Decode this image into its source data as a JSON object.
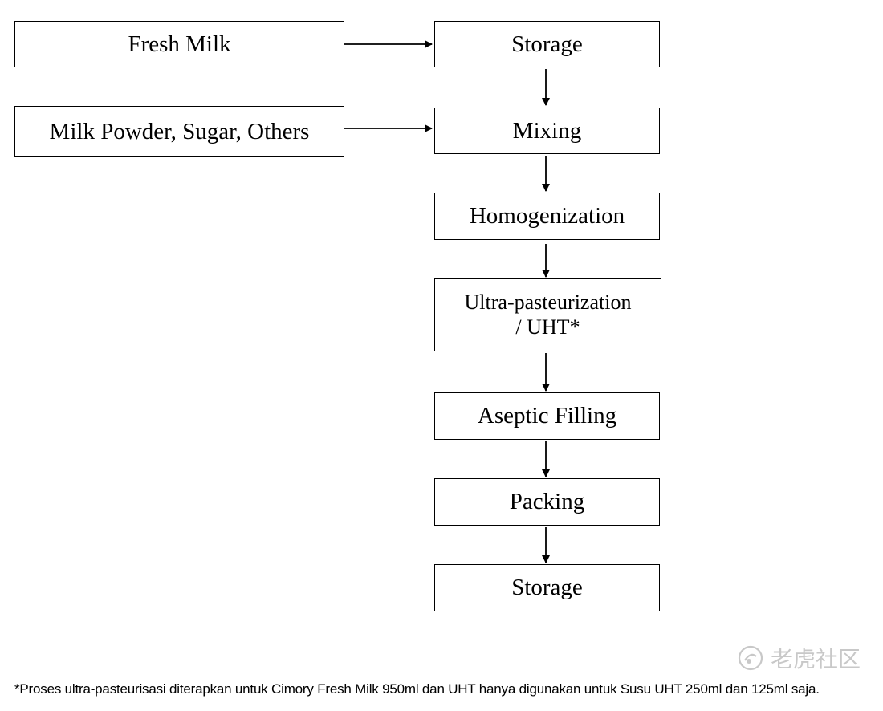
{
  "nodes": {
    "fresh_milk": "Fresh Milk",
    "storage_1": "Storage",
    "milk_powder": "Milk Powder, Sugar, Others",
    "mixing": "Mixing",
    "homogenization": "Homogenization",
    "uht": "Ultra-pasteurization\n/ UHT*",
    "aseptic_filling": "Aseptic Filling",
    "packing": "Packing",
    "storage_2": "Storage"
  },
  "footnote": "*Proses ultra-pasteurisasi diterapkan untuk Cimory Fresh Milk 950ml dan UHT hanya digunakan untuk Susu UHT 250ml dan 125ml saja.",
  "watermark": {
    "text": "老虎社区",
    "icon": "tiger-community-logo-icon"
  },
  "colors": {
    "line": "#000000",
    "watermark": "#c8c8c8"
  }
}
